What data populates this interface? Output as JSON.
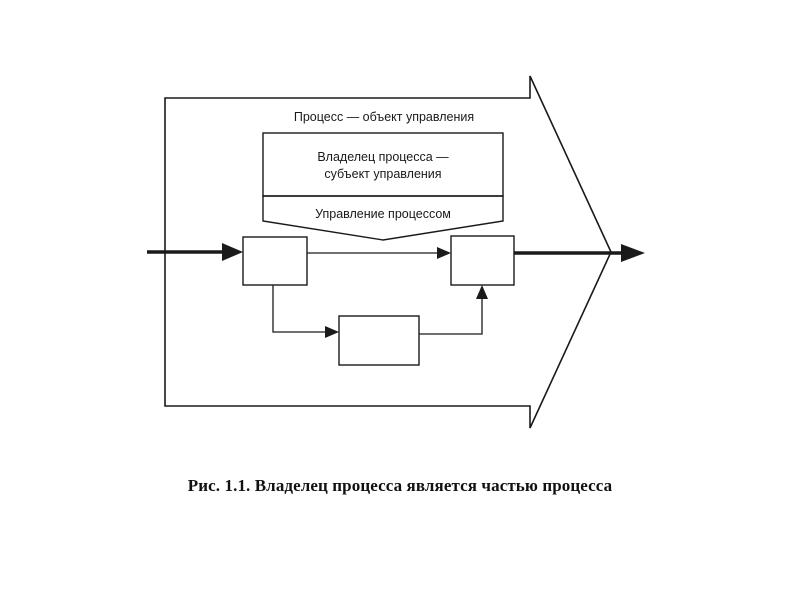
{
  "diagram": {
    "outer_label": "Процесс — объект управления",
    "owner_label_line1": "Владелец процесса —",
    "owner_label_line2": "субъект управления",
    "control_label": "Управление процессом"
  },
  "caption": "Рис. 1.1. Владелец процесса является частью процесса",
  "colors": {
    "line": "#1a1a1a",
    "background": "#ffffff",
    "text": "#111111"
  }
}
